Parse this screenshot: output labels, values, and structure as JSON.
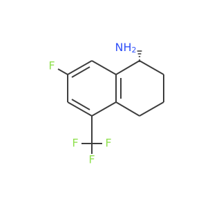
{
  "molecule": {
    "labels": {
      "amine": "NH",
      "amine_sub": "2",
      "fluoro": "F",
      "cf3_f1": "F",
      "cf3_f2": "F",
      "cf3_f3": "F"
    },
    "colors": {
      "bond": "#3d3d3d",
      "nitrogen": "#3050f8",
      "fluorine": "#90e050"
    }
  }
}
